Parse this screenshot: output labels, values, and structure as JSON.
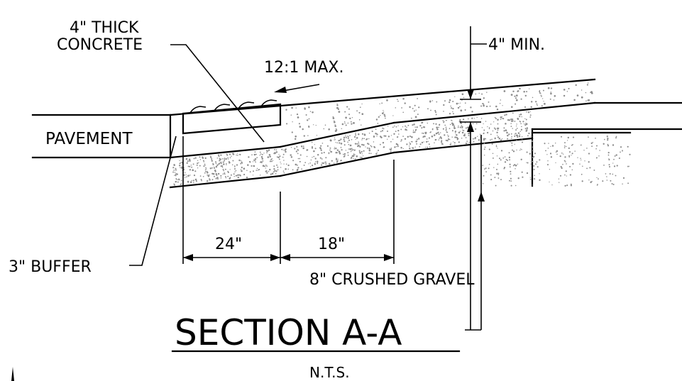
{
  "labels": {
    "concrete_line1": "4\" THICK",
    "concrete_line2": "CONCRETE",
    "slope": "12:1 MAX.",
    "min_depth": "4\" MIN.",
    "pavement": "PAVEMENT",
    "buffer": "3\" BUFFER",
    "dim_24": "24\"",
    "dim_18": "18\"",
    "gravel": "8\" CRUSHED GRAVEL",
    "section_title": "SECTION A-A",
    "scale": "N.T.S."
  },
  "colors": {
    "line": "#000000",
    "gravel_dots": "#8c8c8c",
    "background": "#ffffff"
  }
}
